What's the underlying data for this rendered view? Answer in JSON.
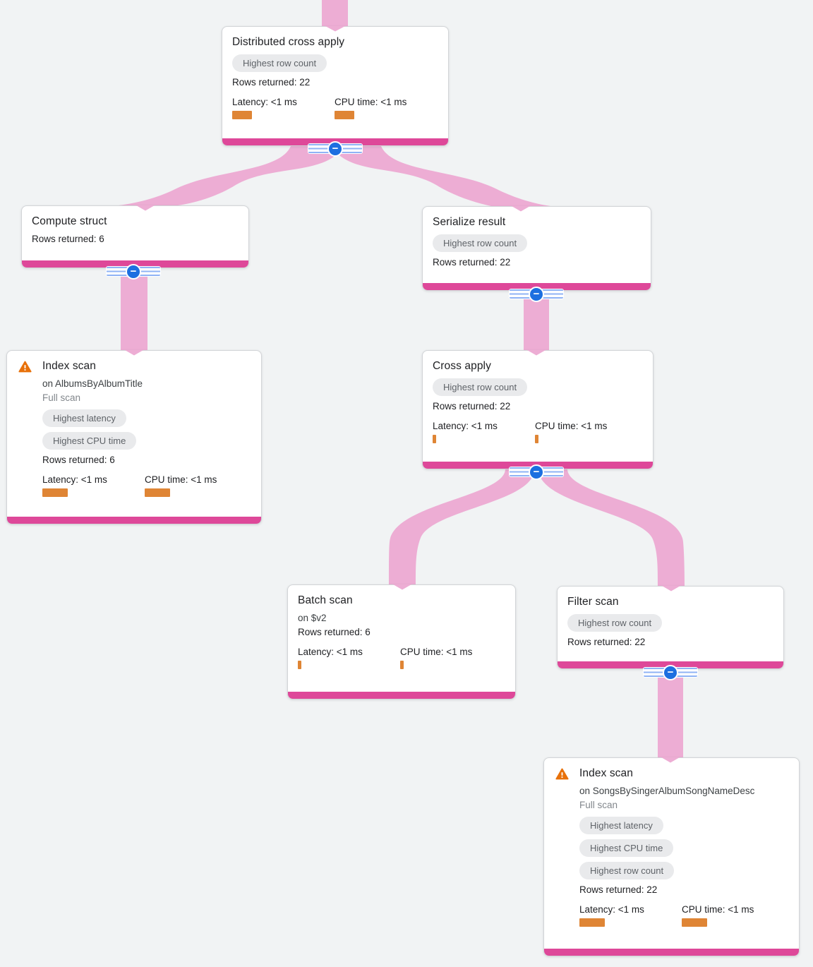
{
  "colors": {
    "background": "#f1f3f4",
    "ribbon_pink": "#edadd4",
    "accent_pink": "#de4899",
    "collapse_blue": "#1d6fe0",
    "metric_bar_orange": "#df8535",
    "warning_orange": "#e8710a",
    "badge_bg": "#e9eaec",
    "badge_text": "#5f6368"
  },
  "icons": {
    "collapse_minus": "−",
    "warning": "!"
  },
  "nodes": [
    {
      "id": "distributed-cross-apply",
      "title": "Distributed cross apply",
      "badges": [
        "Highest row count"
      ],
      "rows_returned": "Rows returned: 22",
      "latency_label": "Latency: <1 ms",
      "cpu_label": "CPU time: <1 ms"
    },
    {
      "id": "compute-struct",
      "title": "Compute struct",
      "rows_returned": "Rows returned: 6"
    },
    {
      "id": "serialize-result",
      "title": "Serialize result",
      "badges": [
        "Highest row count"
      ],
      "rows_returned": "Rows returned: 22"
    },
    {
      "id": "index-scan-albums",
      "title": "Index scan",
      "target": "on AlbumsByAlbumTitle",
      "scan_type": "Full scan",
      "badges": [
        "Highest latency",
        "Highest CPU time"
      ],
      "rows_returned": "Rows returned: 6",
      "latency_label": "Latency: <1 ms",
      "cpu_label": "CPU time: <1 ms"
    },
    {
      "id": "cross-apply",
      "title": "Cross apply",
      "badges": [
        "Highest row count"
      ],
      "rows_returned": "Rows returned: 22",
      "latency_label": "Latency: <1 ms",
      "cpu_label": "CPU time: <1 ms"
    },
    {
      "id": "batch-scan",
      "title": "Batch scan",
      "target": "on $v2",
      "rows_returned": "Rows returned: 6",
      "latency_label": "Latency: <1 ms",
      "cpu_label": "CPU time: <1 ms"
    },
    {
      "id": "filter-scan",
      "title": "Filter scan",
      "badges": [
        "Highest row count"
      ],
      "rows_returned": "Rows returned: 22"
    },
    {
      "id": "index-scan-songs",
      "title": "Index scan",
      "target": "on SongsBySingerAlbumSongNameDesc",
      "scan_type": "Full scan",
      "badges": [
        "Highest latency",
        "Highest CPU time",
        "Highest row count"
      ],
      "rows_returned": "Rows returned: 22",
      "latency_label": "Latency: <1 ms",
      "cpu_label": "CPU time: <1 ms"
    }
  ],
  "edges": [
    {
      "from": "distributed-cross-apply",
      "to": "compute-struct"
    },
    {
      "from": "distributed-cross-apply",
      "to": "serialize-result"
    },
    {
      "from": "compute-struct",
      "to": "index-scan-albums"
    },
    {
      "from": "serialize-result",
      "to": "cross-apply"
    },
    {
      "from": "cross-apply",
      "to": "batch-scan"
    },
    {
      "from": "cross-apply",
      "to": "filter-scan"
    },
    {
      "from": "filter-scan",
      "to": "index-scan-songs"
    }
  ]
}
